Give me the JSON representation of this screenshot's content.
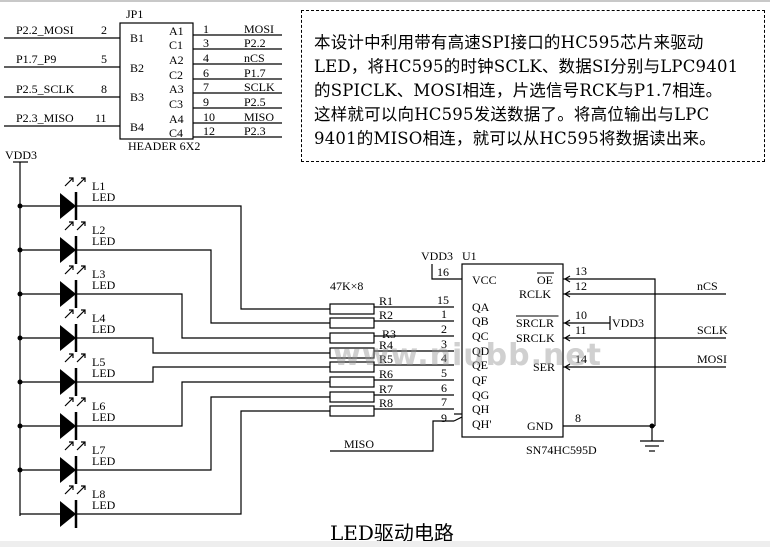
{
  "header_connector": {
    "ref": "JP1",
    "type": "HEADER 6X2",
    "left_pins": [
      {
        "net": "P2.2_MOSI",
        "pin": "2",
        "label": "B1"
      },
      {
        "net": "P1.7_P9",
        "pin": "5",
        "label": "B2"
      },
      {
        "net": "P2.5_SCLK",
        "pin": "8",
        "label": "B3"
      },
      {
        "net": "P2.3_MISO",
        "pin": "11",
        "label": "B4"
      }
    ],
    "right_pin_labels": [
      "A1",
      "C1",
      "A2",
      "C2",
      "A3",
      "C3",
      "A4",
      "C4"
    ],
    "right_pins": [
      {
        "pin": "1",
        "net": "MOSI"
      },
      {
        "pin": "3",
        "net": "P2.2"
      },
      {
        "pin": "4",
        "net": "nCS"
      },
      {
        "pin": "6",
        "net": "P1.7"
      },
      {
        "pin": "7",
        "net": "SCLK"
      },
      {
        "pin": "9",
        "net": "P2.5"
      },
      {
        "pin": "10",
        "net": "MISO"
      },
      {
        "pin": "12",
        "net": "P2.3"
      }
    ]
  },
  "note": {
    "lines": [
      "本设计中利用带有高速SPI接口的HC595芯片来驱动",
      "LED，将HC595的时钟SCLK、数据SI分别与LPC9401",
      "的SPICLK、MOSI相连，片选信号RCK与P1.7相连。",
      "这样就可以向HC595发送数据了。将高位输出与LPC",
      "9401的MISO相连，就可以从HC595将数据读出来。"
    ]
  },
  "power": {
    "vdd_label": "VDD3"
  },
  "leds": [
    {
      "ref": "L1",
      "type": "LED"
    },
    {
      "ref": "L2",
      "type": "LED"
    },
    {
      "ref": "L3",
      "type": "LED"
    },
    {
      "ref": "L4",
      "type": "LED"
    },
    {
      "ref": "L5",
      "type": "LED"
    },
    {
      "ref": "L6",
      "type": "LED"
    },
    {
      "ref": "L7",
      "type": "LED"
    },
    {
      "ref": "L8",
      "type": "LED"
    }
  ],
  "resistors": {
    "value": "47K×8",
    "refs": [
      "R1",
      "R2",
      "R3",
      "R4",
      "R5",
      "R6",
      "R7",
      "R8"
    ]
  },
  "chip": {
    "ref": "U1",
    "part": "SN74HC595D",
    "vdd_label": "VDD3",
    "vcc": {
      "name": "VCC",
      "pin": "16"
    },
    "left_pins": [
      {
        "name": "QA",
        "pin": "15"
      },
      {
        "name": "QB",
        "pin": "1"
      },
      {
        "name": "QC",
        "pin": "2"
      },
      {
        "name": "QD",
        "pin": "3"
      },
      {
        "name": "QE",
        "pin": "4"
      },
      {
        "name": "QF",
        "pin": "5"
      },
      {
        "name": "QG",
        "pin": "6"
      },
      {
        "name": "QH",
        "pin": "7"
      },
      {
        "name": "QH'",
        "pin": "9"
      }
    ],
    "right_pins": [
      {
        "name": "OE",
        "pin": "13",
        "overbar": true
      },
      {
        "name": "RCLK",
        "pin": "12"
      },
      {
        "name": "SRCLR",
        "pin": "10",
        "overbar": true
      },
      {
        "name": "SRCLK",
        "pin": "11"
      },
      {
        "name": "SER",
        "pin": "14"
      },
      {
        "name": "GND",
        "pin": "8"
      }
    ],
    "srclr_tie": "VDD3",
    "nets": {
      "rclk": "nCS",
      "srclk": "SCLK",
      "ser": "MOSI",
      "qh_prime": "MISO"
    }
  },
  "watermark": "www.niubb.net",
  "caption": "LED驱动电路"
}
